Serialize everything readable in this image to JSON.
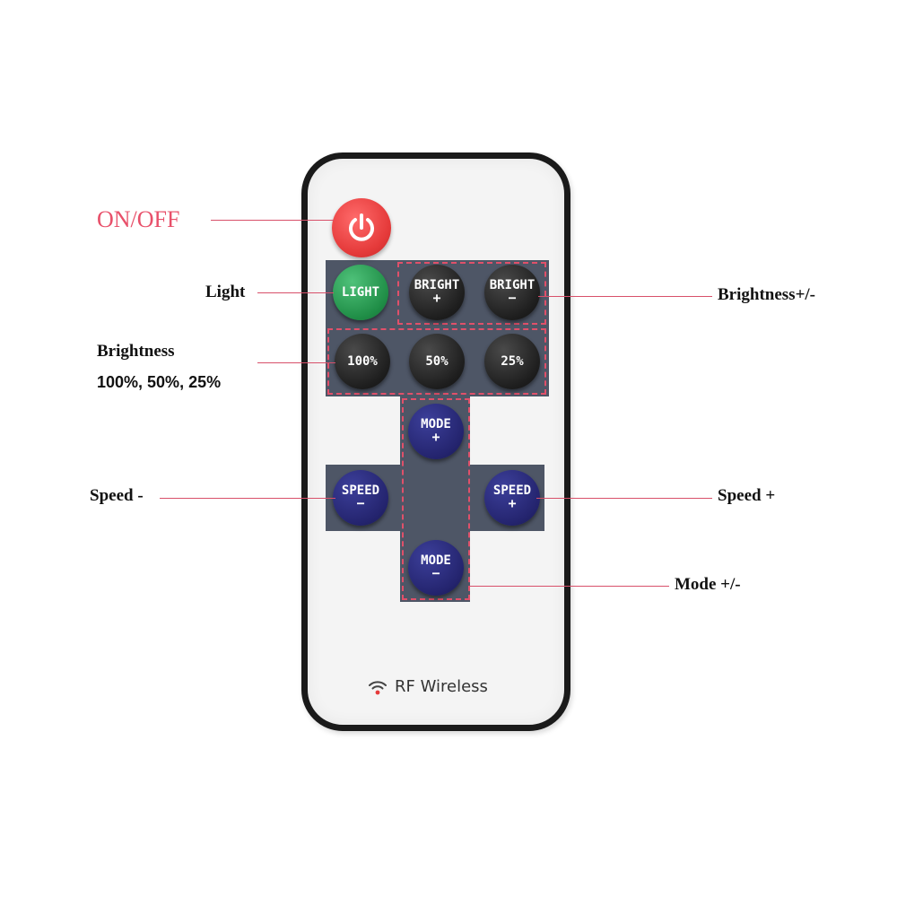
{
  "power": {
    "icon": "power-icon"
  },
  "labels": {
    "on_off": "ON/OFF",
    "light": "Light",
    "brightness_pm": "Brightness+/-",
    "brightness": "Brightness",
    "brightness_levels": "100%, 50%, 25%",
    "speed_minus": "Speed -",
    "speed_plus": "Speed +",
    "mode_pm": "Mode +/-"
  },
  "buttons": {
    "light": "LIGHT",
    "bright_up": {
      "line1": "BRIGHT",
      "line2": "+"
    },
    "bright_down": {
      "line1": "BRIGHT",
      "line2": "−"
    },
    "b100": "100%",
    "b50": "50%",
    "b25": "25%",
    "mode_up": {
      "line1": "MODE",
      "line2": "+"
    },
    "mode_down": {
      "line1": "MODE",
      "line2": "−"
    },
    "speed_down": {
      "line1": "SPEED",
      "line2": "−"
    },
    "speed_up": {
      "line1": "SPEED",
      "line2": "+"
    }
  },
  "footer": {
    "text": "RF Wireless",
    "icon": "wireless-signal-icon"
  },
  "colors": {
    "power": "#e53a3a",
    "light": "#1f8d46",
    "dark_button": "#1e1e1e",
    "blue_button": "#24246e",
    "panel": "#4e5666",
    "accent": "#e0506a"
  }
}
